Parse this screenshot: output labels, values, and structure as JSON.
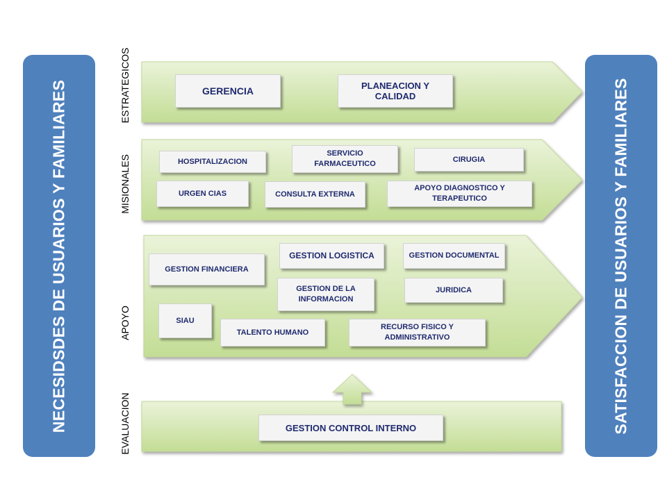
{
  "left_panel": {
    "text": "NECESIDSDES DE USUARIOS Y FAMILIARES"
  },
  "right_panel": {
    "text": "SATISFACCION DE USUARIOS Y FAMILIARES"
  },
  "rows": {
    "estrategicos": "ESTRATEGICOS",
    "misionales": "MISIONALES",
    "apoyo": "APOYO",
    "evaluacion": "EVALUACION"
  },
  "boxes": {
    "gerencia": "GERENCIA",
    "planeacion": "PLANEACION Y CALIDAD",
    "hospitalizacion": "HOSPITALIZACION",
    "servicio_farmaceutico": "SERVICIO FARMACEUTICO",
    "cirugia": "CIRUGIA",
    "urgencias": "URGEN CIAS",
    "consulta_externa": "CONSULTA EXTERNA",
    "apoyo_diagnostico": "APOYO DIAGNOSTICO Y TERAPEUTICO",
    "gestion_financiera": "GESTION FINANCIERA",
    "gestion_logistica": "GESTION LOGISTICA",
    "gestion_documental": "GESTION DOCUMENTAL",
    "gestion_informacion": "GESTION DE LA INFORMACION",
    "juridica": "JURIDICA",
    "siau": "SIAU",
    "talento_humano": "TALENTO HUMANO",
    "recurso_fisico": "RECURSO FISICO Y ADMINISTRATIVO",
    "control_interno": "GESTION CONTROL INTERNO"
  },
  "colors": {
    "panel_blue": "#4f81bd",
    "band_green_light": "#eaf3d9",
    "band_green_dark": "#c3dd95",
    "box_text": "#1f2a6e"
  }
}
